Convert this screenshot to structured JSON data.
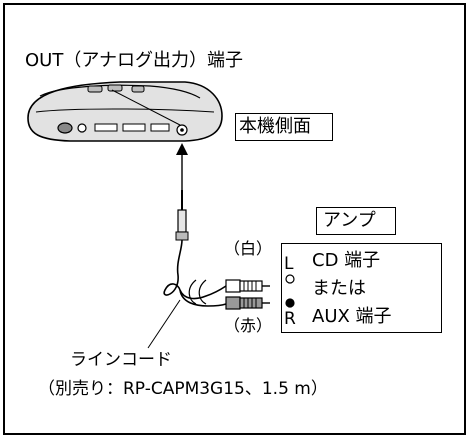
{
  "labels": {
    "out_terminal": "OUT（アナログ出力）端子",
    "unit_side": "本機側面",
    "amp": "アンプ",
    "white": "（白）",
    "red": "（赤）",
    "L": "L",
    "R": "R",
    "cd": "CD 端子",
    "or": "または",
    "aux": "AUX 端子",
    "line_cord": "ラインコード",
    "sold_separately": "（別売り：RP-CAPM3G15、1.5 m）"
  }
}
